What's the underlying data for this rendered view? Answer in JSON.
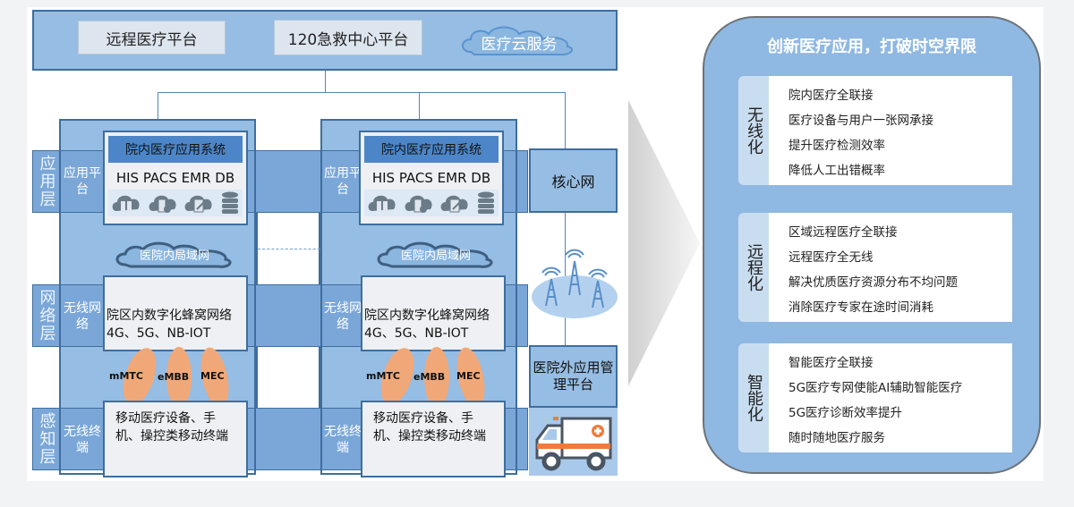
{
  "top_platform": {
    "items": [
      "远程医疗平台",
      "120急救中心平台"
    ],
    "cloud_service": "医疗云服务"
  },
  "layers": {
    "application": "应用层",
    "network": "网络层",
    "perception": "感知层"
  },
  "hospital_columns": [
    {
      "app_platform_label": "应用平台",
      "app_system_title": "院内医疗应用系统",
      "app_system_codes": "HIS PACS EMR DB",
      "app_icons": [
        "cloud-server-icon",
        "cloud-device-icon",
        "cloud-document-icon",
        "database-icon"
      ],
      "lan": "医院内局域网",
      "wireless_network_label": "无线网络",
      "network_desc": [
        "院区内数字化蜂窝网络",
        "4G、5G、NB-IOT"
      ],
      "tech": [
        "mMTC",
        "eMBB",
        "MEC"
      ],
      "wireless_terminal_label": "无线终端",
      "terminal_desc": "移动医疗设备、手机、操控类移动终端"
    },
    {
      "app_platform_label": "应用平台",
      "app_system_title": "院内医疗应用系统",
      "app_system_codes": "HIS PACS EMR DB",
      "app_icons": [
        "cloud-server-icon",
        "cloud-device-icon",
        "cloud-document-icon",
        "database-icon"
      ],
      "lan": "医院内局域网",
      "wireless_network_label": "无线网络",
      "network_desc": [
        "院区内数字化蜂窝网络",
        "4G、5G、NB-IOT"
      ],
      "tech": [
        "mMTC",
        "eMBB",
        "MEC"
      ],
      "wireless_terminal_label": "无线终端",
      "terminal_desc": "移动医疗设备、手机、操控类移动终端"
    }
  ],
  "core_network": "核心网",
  "external_platform": "医院外应用管理平台",
  "icons": {
    "towers": "cell-tower-icon",
    "ambulance": "ambulance-icon"
  },
  "card": {
    "title": "创新医疗应用，打破时空界限",
    "sections": [
      {
        "label": "无线化",
        "items": [
          "院内医疗全联接",
          "医疗设备与用户一张网承接",
          "提升医疗检测效率",
          "降低人工出错概率"
        ]
      },
      {
        "label": "远程化",
        "items": [
          "区域远程医疗全联接",
          "远程医疗全无线",
          "解决优质医疗资源分布不均问题",
          "消除医疗专家在途时间消耗"
        ]
      },
      {
        "label": "智能化",
        "items": [
          "智能医疗全联接",
          "5G医疗专网使能AI辅助智能医疗",
          "5G医疗诊断效率提升",
          "随时随地医疗服务"
        ]
      }
    ]
  },
  "colors": {
    "primary_blue": "#96bde3",
    "dark_blue": "#3e6e9e",
    "header_blue": "#4c86c8",
    "orange": "#f1a878"
  }
}
